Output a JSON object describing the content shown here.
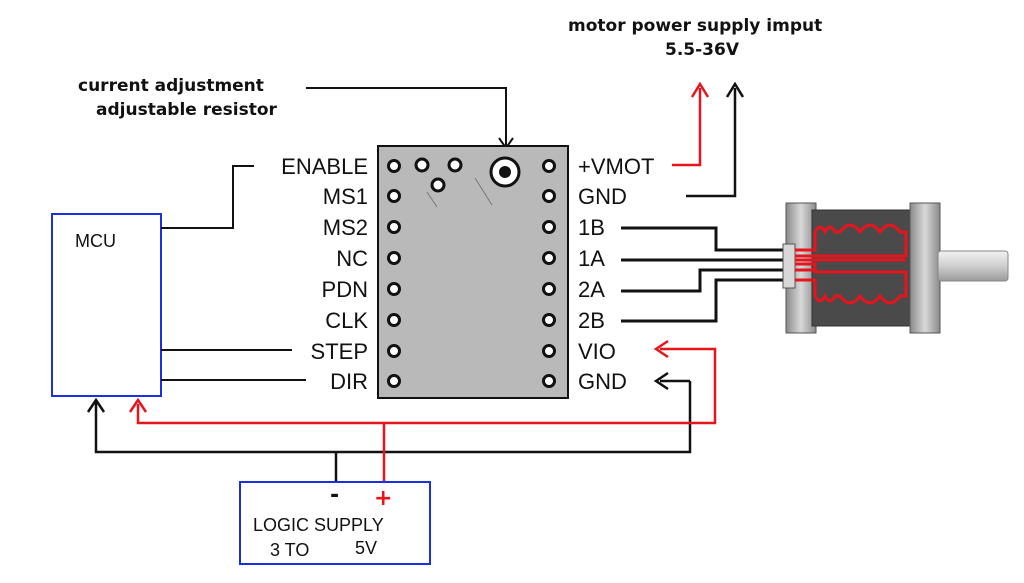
{
  "annotations": {
    "current_line1": "current adjustment",
    "current_line2": "adjustable resistor",
    "motor_line1": "motor power supply imput",
    "motor_line2": "5.5-36V"
  },
  "mcu": {
    "label": "MCU"
  },
  "left_pins": [
    "ENABLE",
    "MS1",
    "MS2",
    "NC",
    "PDN",
    "CLK",
    "STEP",
    "DIR"
  ],
  "right_pins": [
    "+VMOT",
    "GND",
    "1B",
    "1A",
    "2A",
    "2B",
    "VIO",
    "GND"
  ],
  "logic_supply": {
    "minus": "-",
    "plus": "+",
    "line1": "LOGIC SUPPLY",
    "line2a": "3 TO",
    "line2b": "5V"
  },
  "colors": {
    "positive_wire": "#e8141c",
    "ground_wire": "#111111",
    "box_border": "#1a2fe0",
    "module_body": "#b9b9b9",
    "motor_coil": "#e8141c",
    "motor_body": "#4a4a4a"
  }
}
